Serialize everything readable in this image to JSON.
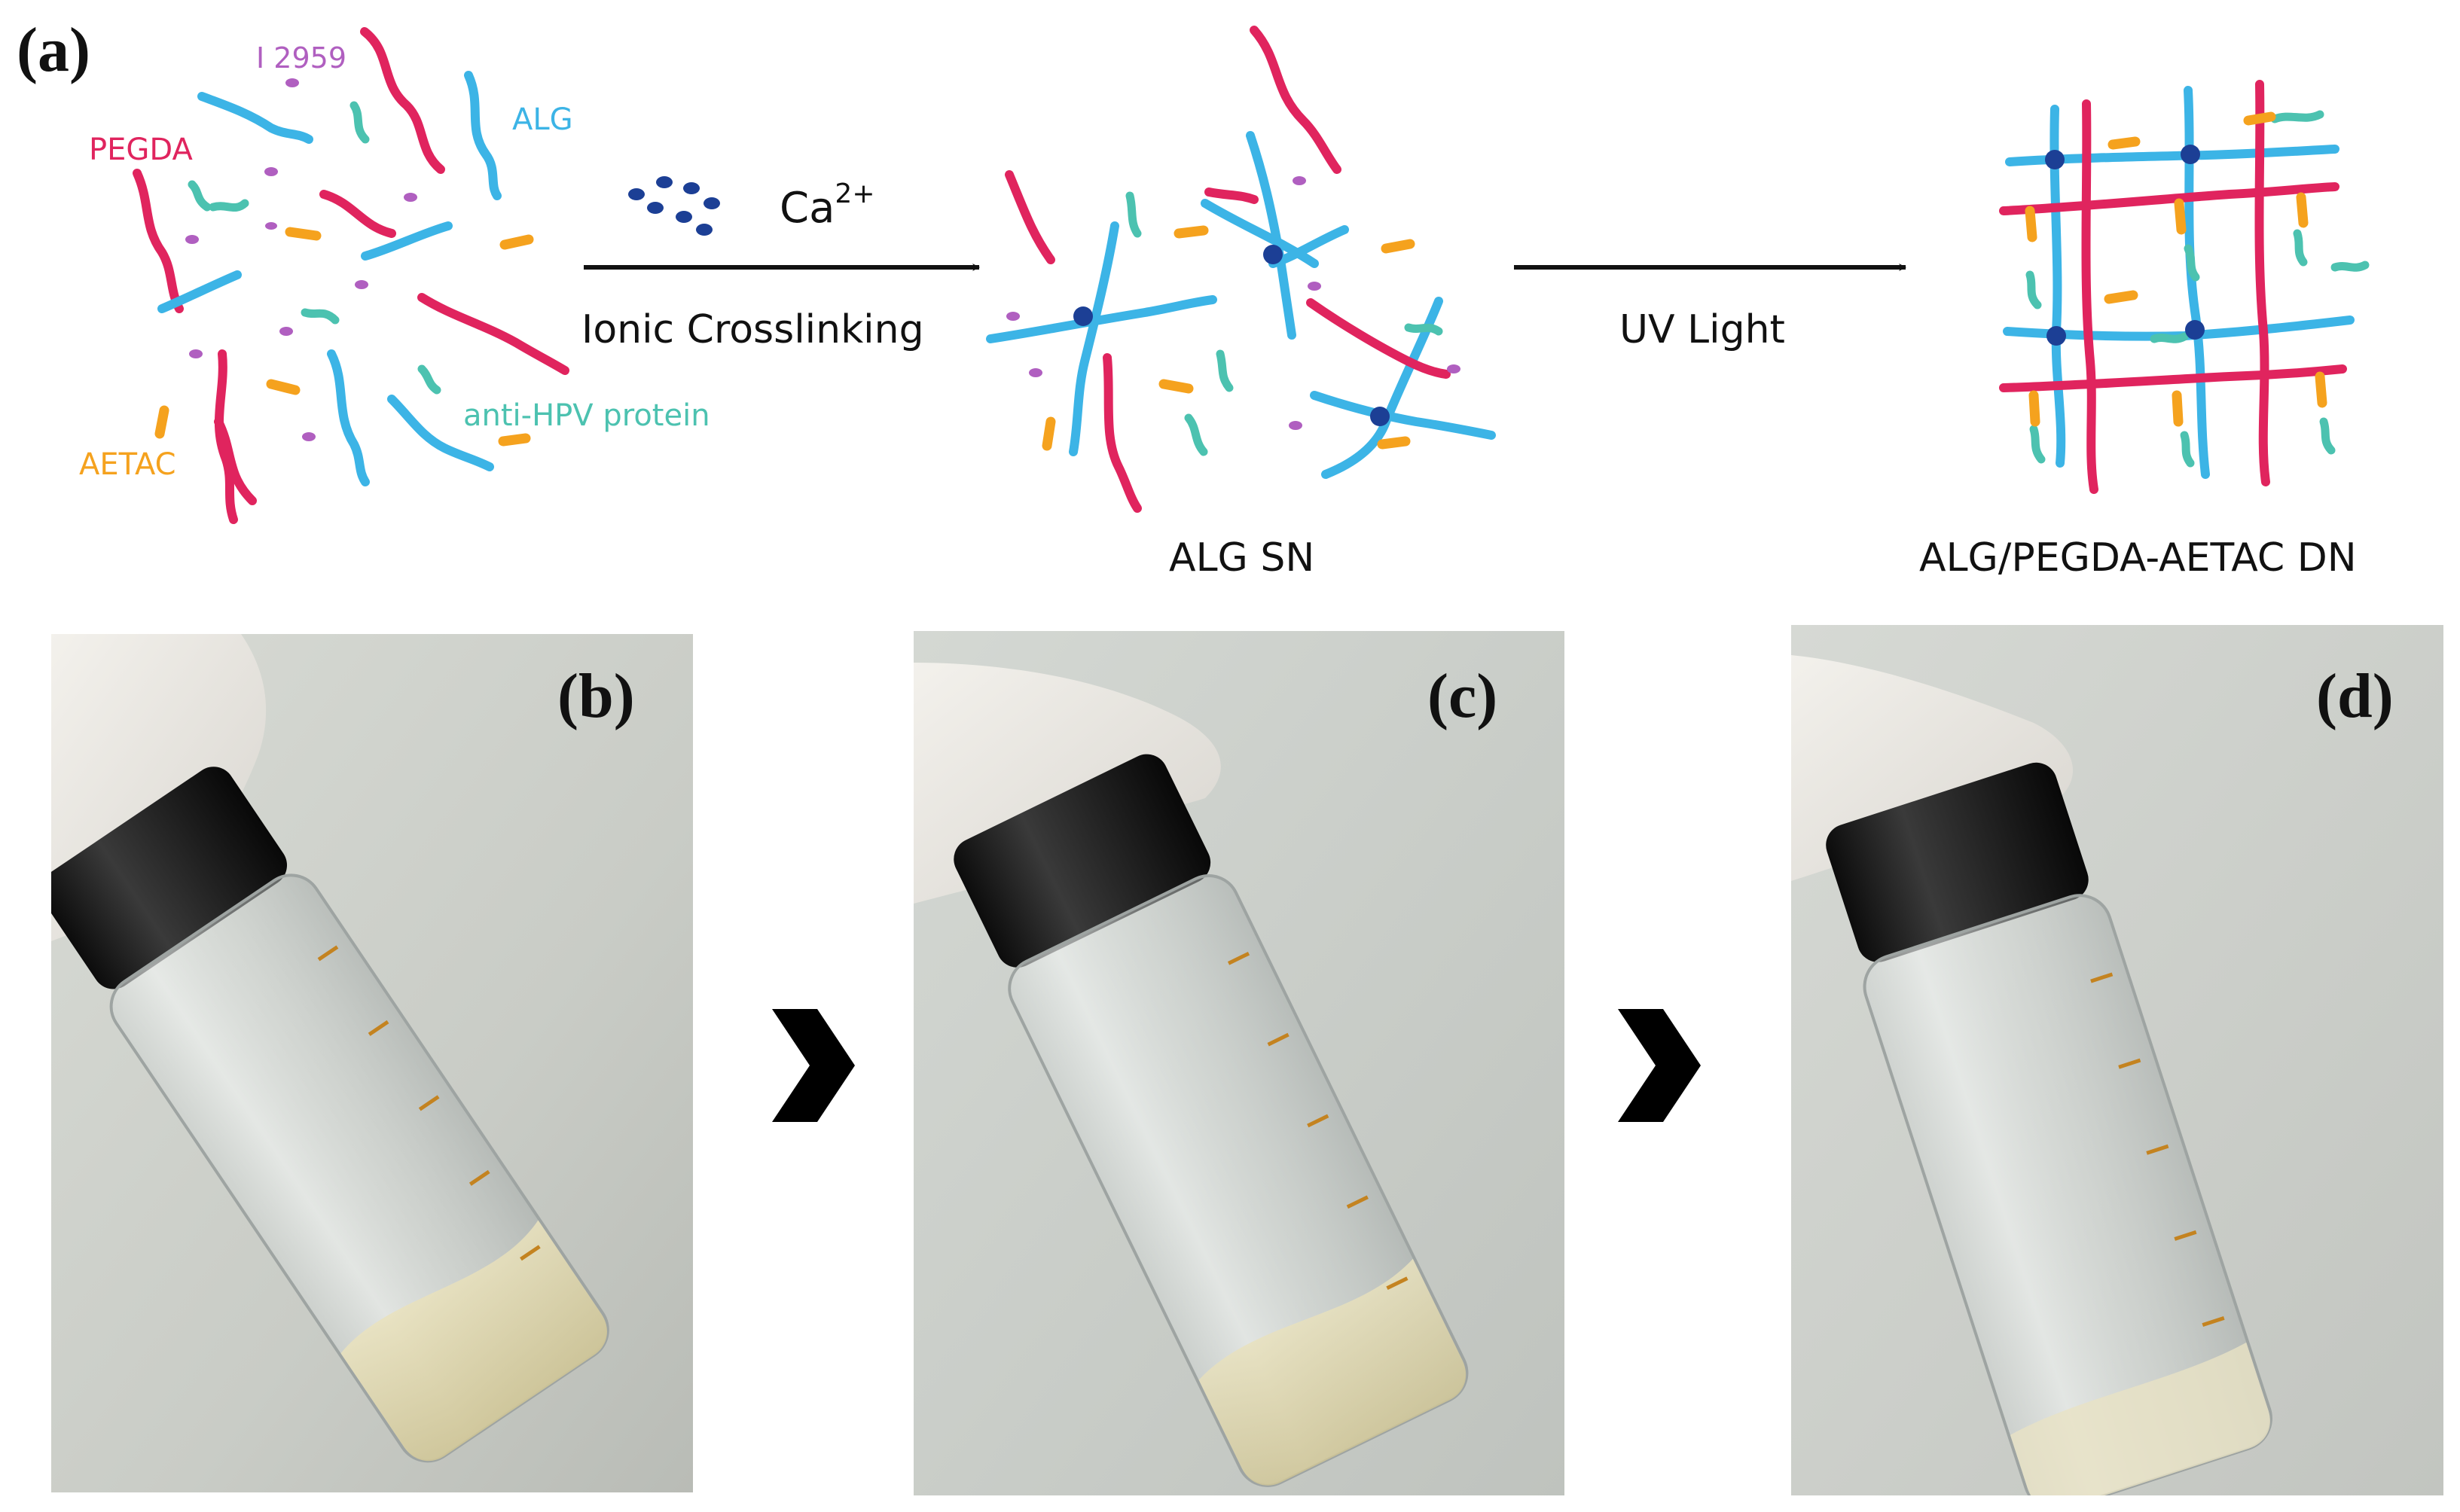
{
  "panel_labels": {
    "a": "(a)",
    "b": "(b)",
    "c": "(c)",
    "d": "(d)"
  },
  "legend": {
    "i2959": "I 2959",
    "pegda": "PEGDA",
    "alg": "ALG",
    "aetac": "AETAC",
    "protein": "anti-HPV protein"
  },
  "step1": {
    "ion_base": "Ca",
    "ion_charge": "2+",
    "label": "Ionic Crosslinking"
  },
  "step2": {
    "label": "UV Light"
  },
  "stage_labels": {
    "sn": "ALG SN",
    "dn": "ALG/PEGDA-AETAC DN"
  },
  "colors": {
    "pegda": "#e0245e",
    "alg": "#3cb4e6",
    "protein": "#4cc2b0",
    "aetac": "#f5a21e",
    "initiator": "#b05fc0",
    "calcium": "#1c3f95",
    "crosslink": "#1c3f95",
    "arrow": "#111111"
  }
}
